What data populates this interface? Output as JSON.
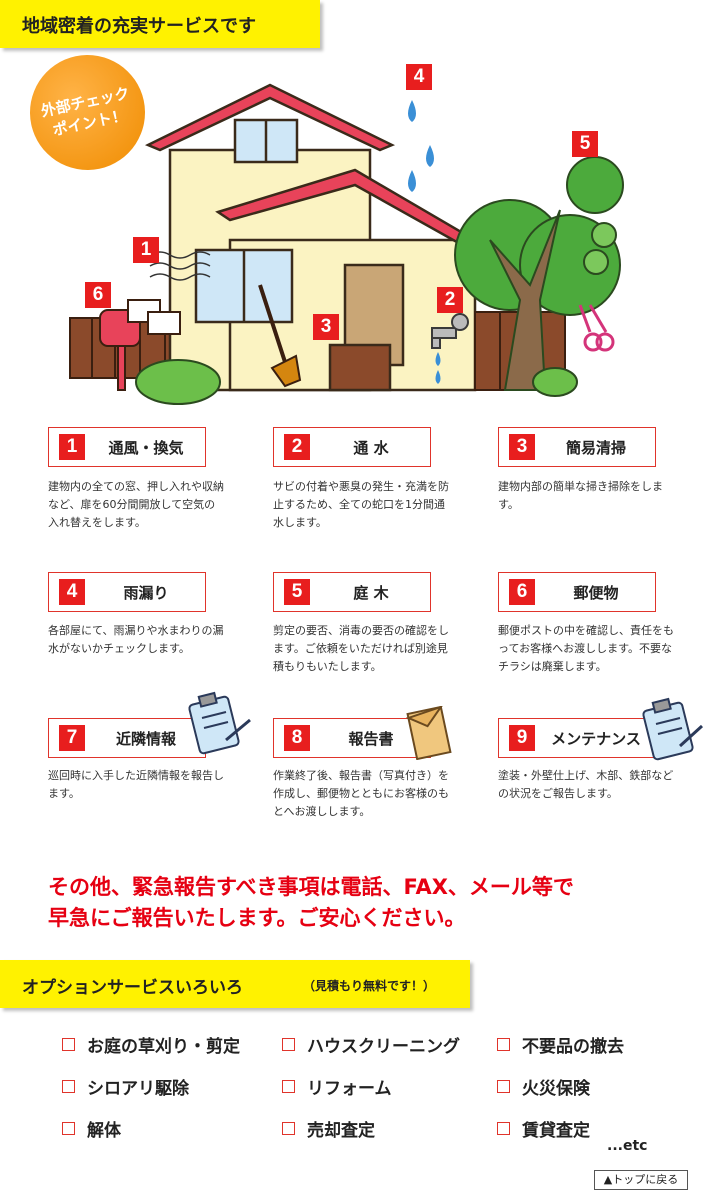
{
  "header": {
    "title": "地域密着の充実サービスです"
  },
  "badge": {
    "line1": "外部チェック",
    "line2": "ポイント！"
  },
  "house_markers": [
    "1",
    "2",
    "3",
    "4",
    "5",
    "6"
  ],
  "services": [
    {
      "num": "1",
      "title": "通風・換気",
      "desc": "建物内の全ての窓、押し入れや収納など、扉を60分間開放して空気の入れ替えをします。"
    },
    {
      "num": "2",
      "title": "通 水",
      "desc": "サビの付着や悪臭の発生・充満を防止するため、全ての蛇口を1分間通水します。"
    },
    {
      "num": "3",
      "title": "簡易清掃",
      "desc": "建物内部の簡単な掃き掃除をします。"
    },
    {
      "num": "4",
      "title": "雨漏り",
      "desc": "各部屋にて、雨漏りや水まわりの漏水がないかチェックします。"
    },
    {
      "num": "5",
      "title": "庭 木",
      "desc": "剪定の要否、消毒の要否の確認をします。ご依頼をいただければ別途見積もりもいたします。"
    },
    {
      "num": "6",
      "title": "郵便物",
      "desc": "郵便ポストの中を確認し、責任をもってお客様へお渡しします。不要なチラシは廃棄します。"
    },
    {
      "num": "7",
      "title": "近隣情報",
      "desc": "巡回時に入手した近隣情報を報告します。"
    },
    {
      "num": "8",
      "title": "報告書",
      "desc": "作業終了後、報告書（写真付き）を作成し、郵便物とともにお客様のもとへお渡しします。"
    },
    {
      "num": "9",
      "title": "メンテナンス",
      "desc": "塗装・外壁仕上げ、木部、鉄部などの状況をご報告します。"
    }
  ],
  "note": {
    "line1": "その他、緊急報告すべき事項は電話、FAX、メール等で",
    "line2": "早急にご報告いたします。ご安心ください。"
  },
  "options": {
    "title": "オプションサービスいろいろ",
    "subtitle": "（見積もり無料です！）",
    "items": [
      "お庭の草刈り・剪定",
      "ハウスクリーニング",
      "不要品の撤去",
      "シロアリ駆除",
      "リフォーム",
      "火災保険",
      "解体",
      "売却査定",
      "賃貸査定"
    ],
    "etc": "...etc"
  },
  "top_link": "▲トップに戻る",
  "colors": {
    "accent_red": "#e81e1e",
    "banner_yellow": "#fff200",
    "badge_orange": "#f08c00"
  }
}
